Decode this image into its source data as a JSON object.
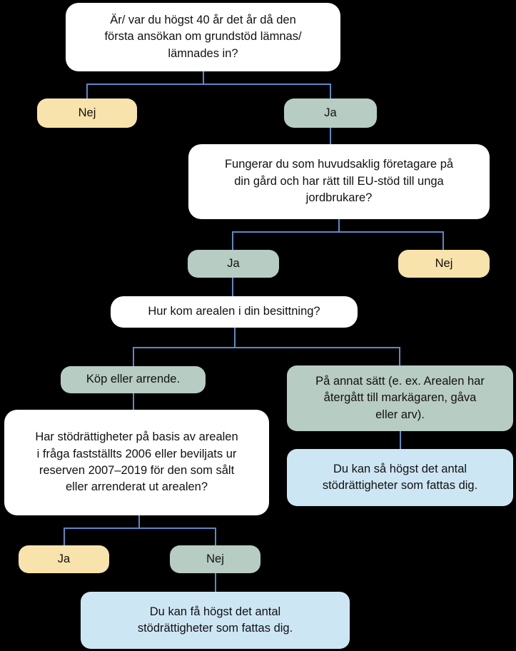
{
  "diagram": {
    "title": "Stodrattigheter beslutstrad",
    "background_color": "#000000",
    "connector_color": "#5B89C6",
    "palette": {
      "question": "#FFFFFF",
      "yes_green": "#B7CCC2",
      "no_yellow": "#F9E3AC",
      "answer_blue": "#CDE6F4",
      "text": "#111111"
    }
  },
  "nodes": {
    "q1": "Är/ var du högst 40 år det år då den\nförsta ansökan om grundstöd lämnas/\nlämnades in?",
    "q1_no": "Nej",
    "q1_yes": "Ja",
    "q2": "Fungerar du som huvudsaklig företagare på\ndin gård och har rätt till EU-stöd till unga\njordbrukare?",
    "q2_yes": "Ja",
    "q2_no": "Nej",
    "q3": "Hur kom arealen i din besittning?",
    "q3_opt_left": "Köp eller arrende.",
    "q3_opt_right": "På annat sätt (e. ex. Arealen har\nåtergått till markägaren, gåva\neller arv).",
    "outcome_right": "Du kan så högst det antal\nstödrättigheter som fattas dig.",
    "q4": "Har stödrättigheter på basis av arealen\ni fråga fastställts 2006 eller beviljats ur\nreserven 2007–2019 för den som sålt\neller arrenderat ut arealen?",
    "q4_yes": "Ja",
    "q4_no": "Nej",
    "outcome_bottom": "Du kan få högst det antal\nstödrättigheter som fattas dig."
  }
}
